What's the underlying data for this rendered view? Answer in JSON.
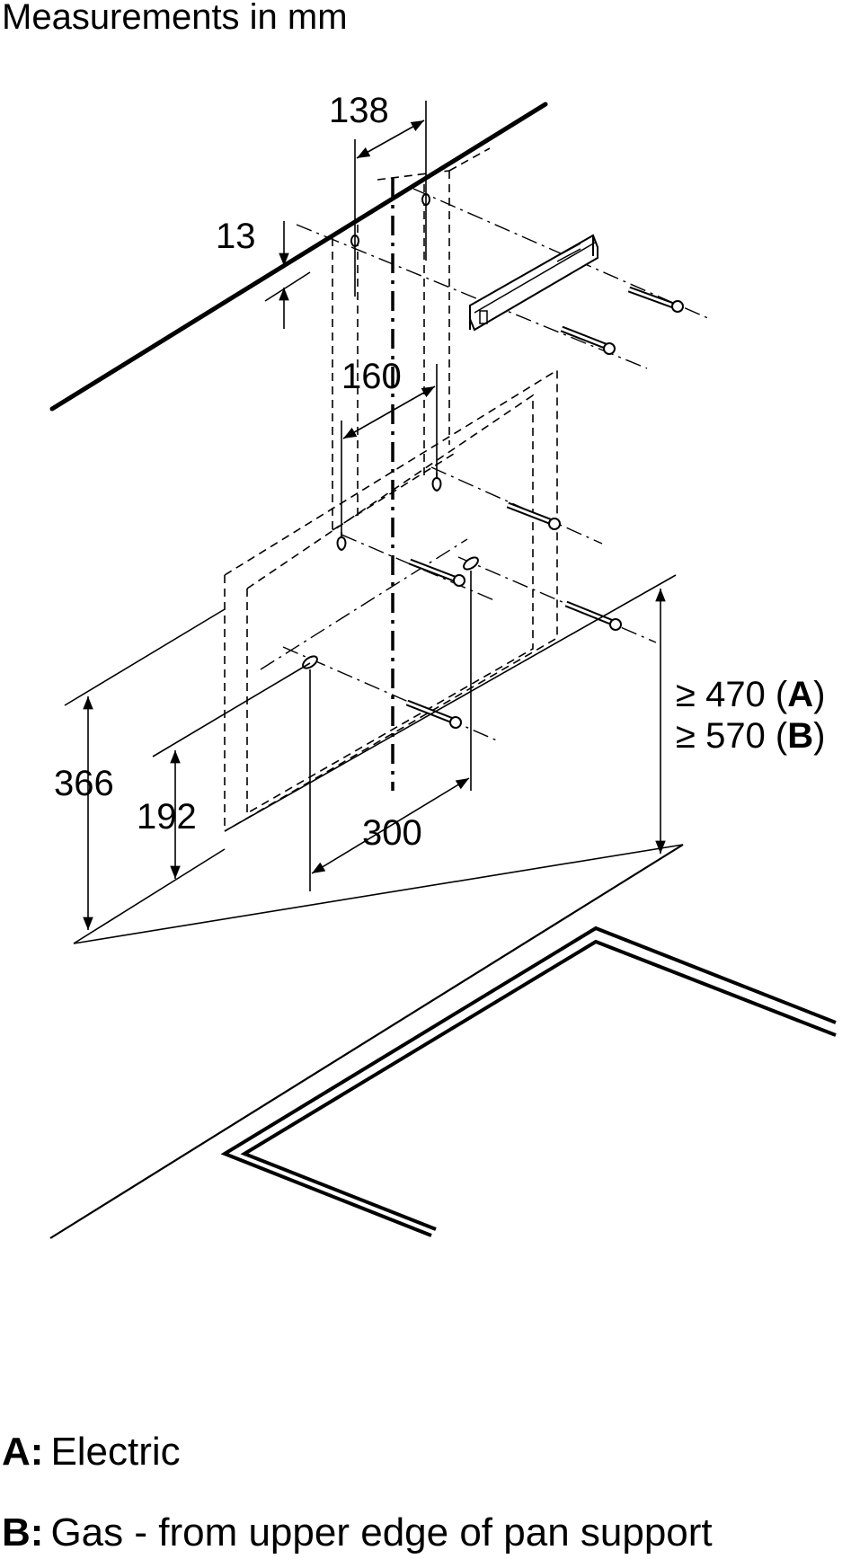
{
  "title": "Measurements in mm",
  "dimensions": {
    "d138": "138",
    "d13": "13",
    "d160": "160",
    "d366": "366",
    "d192": "192",
    "d300": "300",
    "height_a_prefix": "≥ 470 (",
    "height_a_letter": "A",
    "height_a_suffix": ")",
    "height_b_prefix": "≥ 570 (",
    "height_b_letter": "B",
    "height_b_suffix": ")"
  },
  "legend": {
    "a_key": "A:",
    "a_text": "Electric",
    "b_key": "B:",
    "b_text": "Gas - from upper edge of pan support"
  }
}
